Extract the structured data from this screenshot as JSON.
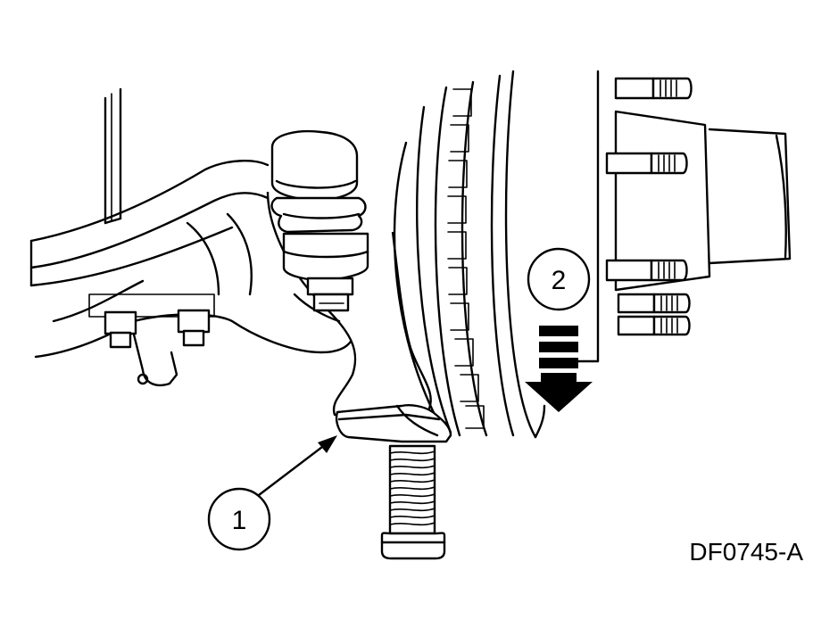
{
  "figure": {
    "id": "DF0745-A",
    "callouts": [
      {
        "number": "1",
        "target": "bracket"
      },
      {
        "number": "2",
        "target": "down-arrow"
      }
    ]
  }
}
